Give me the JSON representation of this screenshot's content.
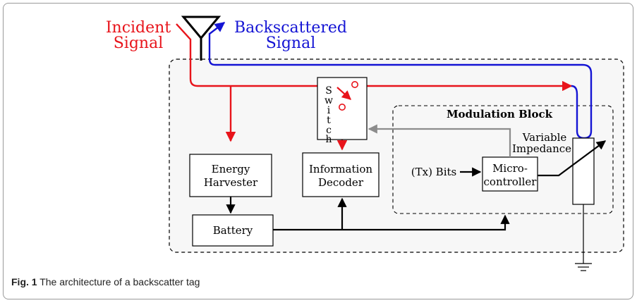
{
  "labels": {
    "incident_1": "Incident",
    "incident_2": "Signal",
    "backscattered_1": "Backscattered",
    "backscattered_2": "Signal",
    "switch_letters": [
      "S",
      "w",
      "i",
      "t",
      "c",
      "h"
    ],
    "modulation_block": "Modulation Block",
    "energy_harvester_1": "Energy",
    "energy_harvester_2": "Harvester",
    "information_decoder_1": "Information",
    "information_decoder_2": "Decoder",
    "battery": "Battery",
    "tx_bits": "(Tx) Bits",
    "microcontroller_1": "Micro-",
    "microcontroller_2": "controller",
    "variable_impedance_1": "Variable",
    "variable_impedance_2": "Impedance"
  },
  "caption": {
    "fig_label": "Fig. 1",
    "text": "The architecture of a backscatter tag"
  },
  "colors": {
    "incident": "#e8141b",
    "backscattered": "#1414d4",
    "control": "#8c8c8c",
    "wire": "#000000",
    "panel_fill": "#f7f7f7"
  }
}
